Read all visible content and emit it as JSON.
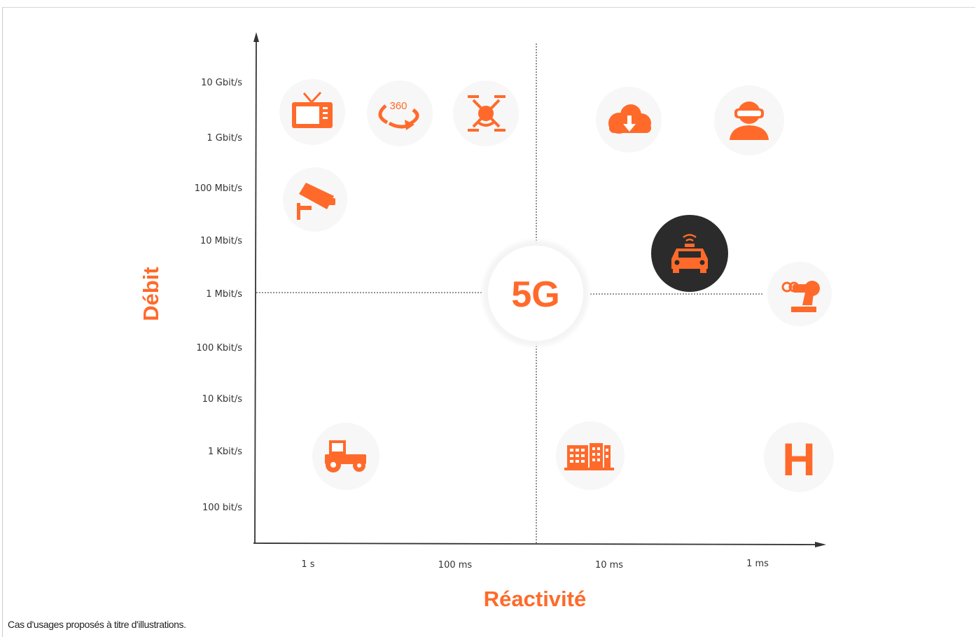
{
  "y_axis": {
    "title": "Débit",
    "ticks": [
      "10 Gbit/s",
      "1 Gbit/s",
      "100 Mbit/s",
      "10 Mbit/s",
      "1 Mbit/s",
      "100 Kbit/s",
      "10 Kbit/s",
      "1 Kbit/s",
      "100 bit/s"
    ]
  },
  "x_axis": {
    "title": "Réactivité",
    "ticks": [
      "1 s",
      "100 ms",
      "10 ms",
      "1 ms"
    ]
  },
  "center_label": "5G",
  "caption": "Cas d'usages proposés à titre d'illustrations.",
  "icons": {
    "tv": "tv-icon",
    "video_360": "360-video-icon",
    "video_360_text": "360",
    "drone": "drone-icon",
    "cloud": "cloud-download-icon",
    "vr": "vr-headset-icon",
    "camera": "security-camera-icon",
    "car": "connected-car-icon",
    "robot": "robot-arm-icon",
    "tractor": "tractor-icon",
    "building": "building-icon",
    "hospital": "hospital-icon",
    "hospital_letter": "H"
  },
  "colors": {
    "accent": "#ff6a2b",
    "dark": "#2b2b2b",
    "axis": "#333333"
  }
}
